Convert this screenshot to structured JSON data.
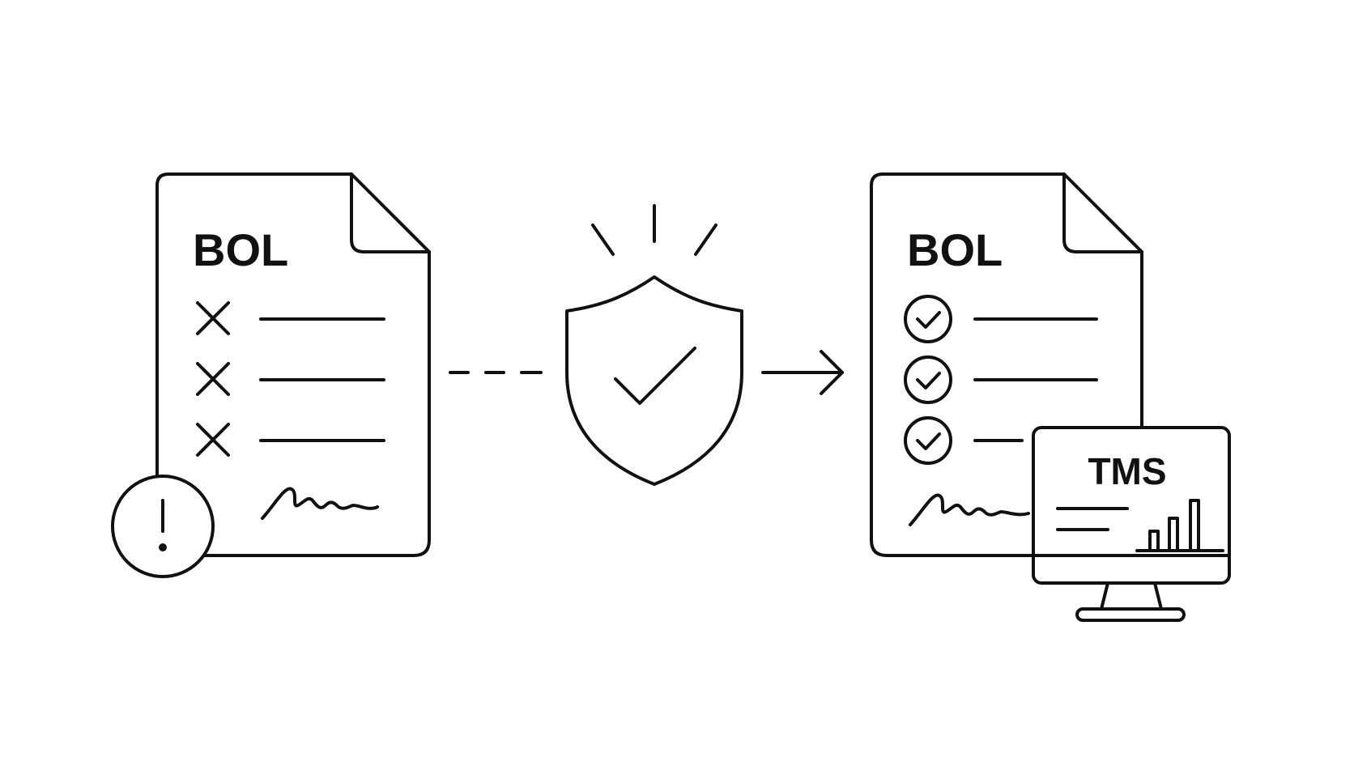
{
  "source_document": {
    "title": "BOL",
    "field_status": [
      "invalid",
      "invalid",
      "invalid"
    ],
    "alert_icon": "exclamation-icon",
    "signature_icon": "signature-scribble-icon"
  },
  "connector_in": {
    "style": "dashed"
  },
  "validator": {
    "icon": "shield-check-icon",
    "accent": "burst-lines"
  },
  "connector_out": {
    "style": "arrow"
  },
  "validated_document": {
    "title": "BOL",
    "field_status": [
      "valid",
      "valid",
      "valid"
    ],
    "signature_icon": "signature-scribble-icon"
  },
  "system": {
    "title": "TMS",
    "icon": "monitor-icon",
    "chart_icon": "bar-chart-icon"
  },
  "colors": {
    "line": "#111111",
    "background": "#ffffff"
  }
}
